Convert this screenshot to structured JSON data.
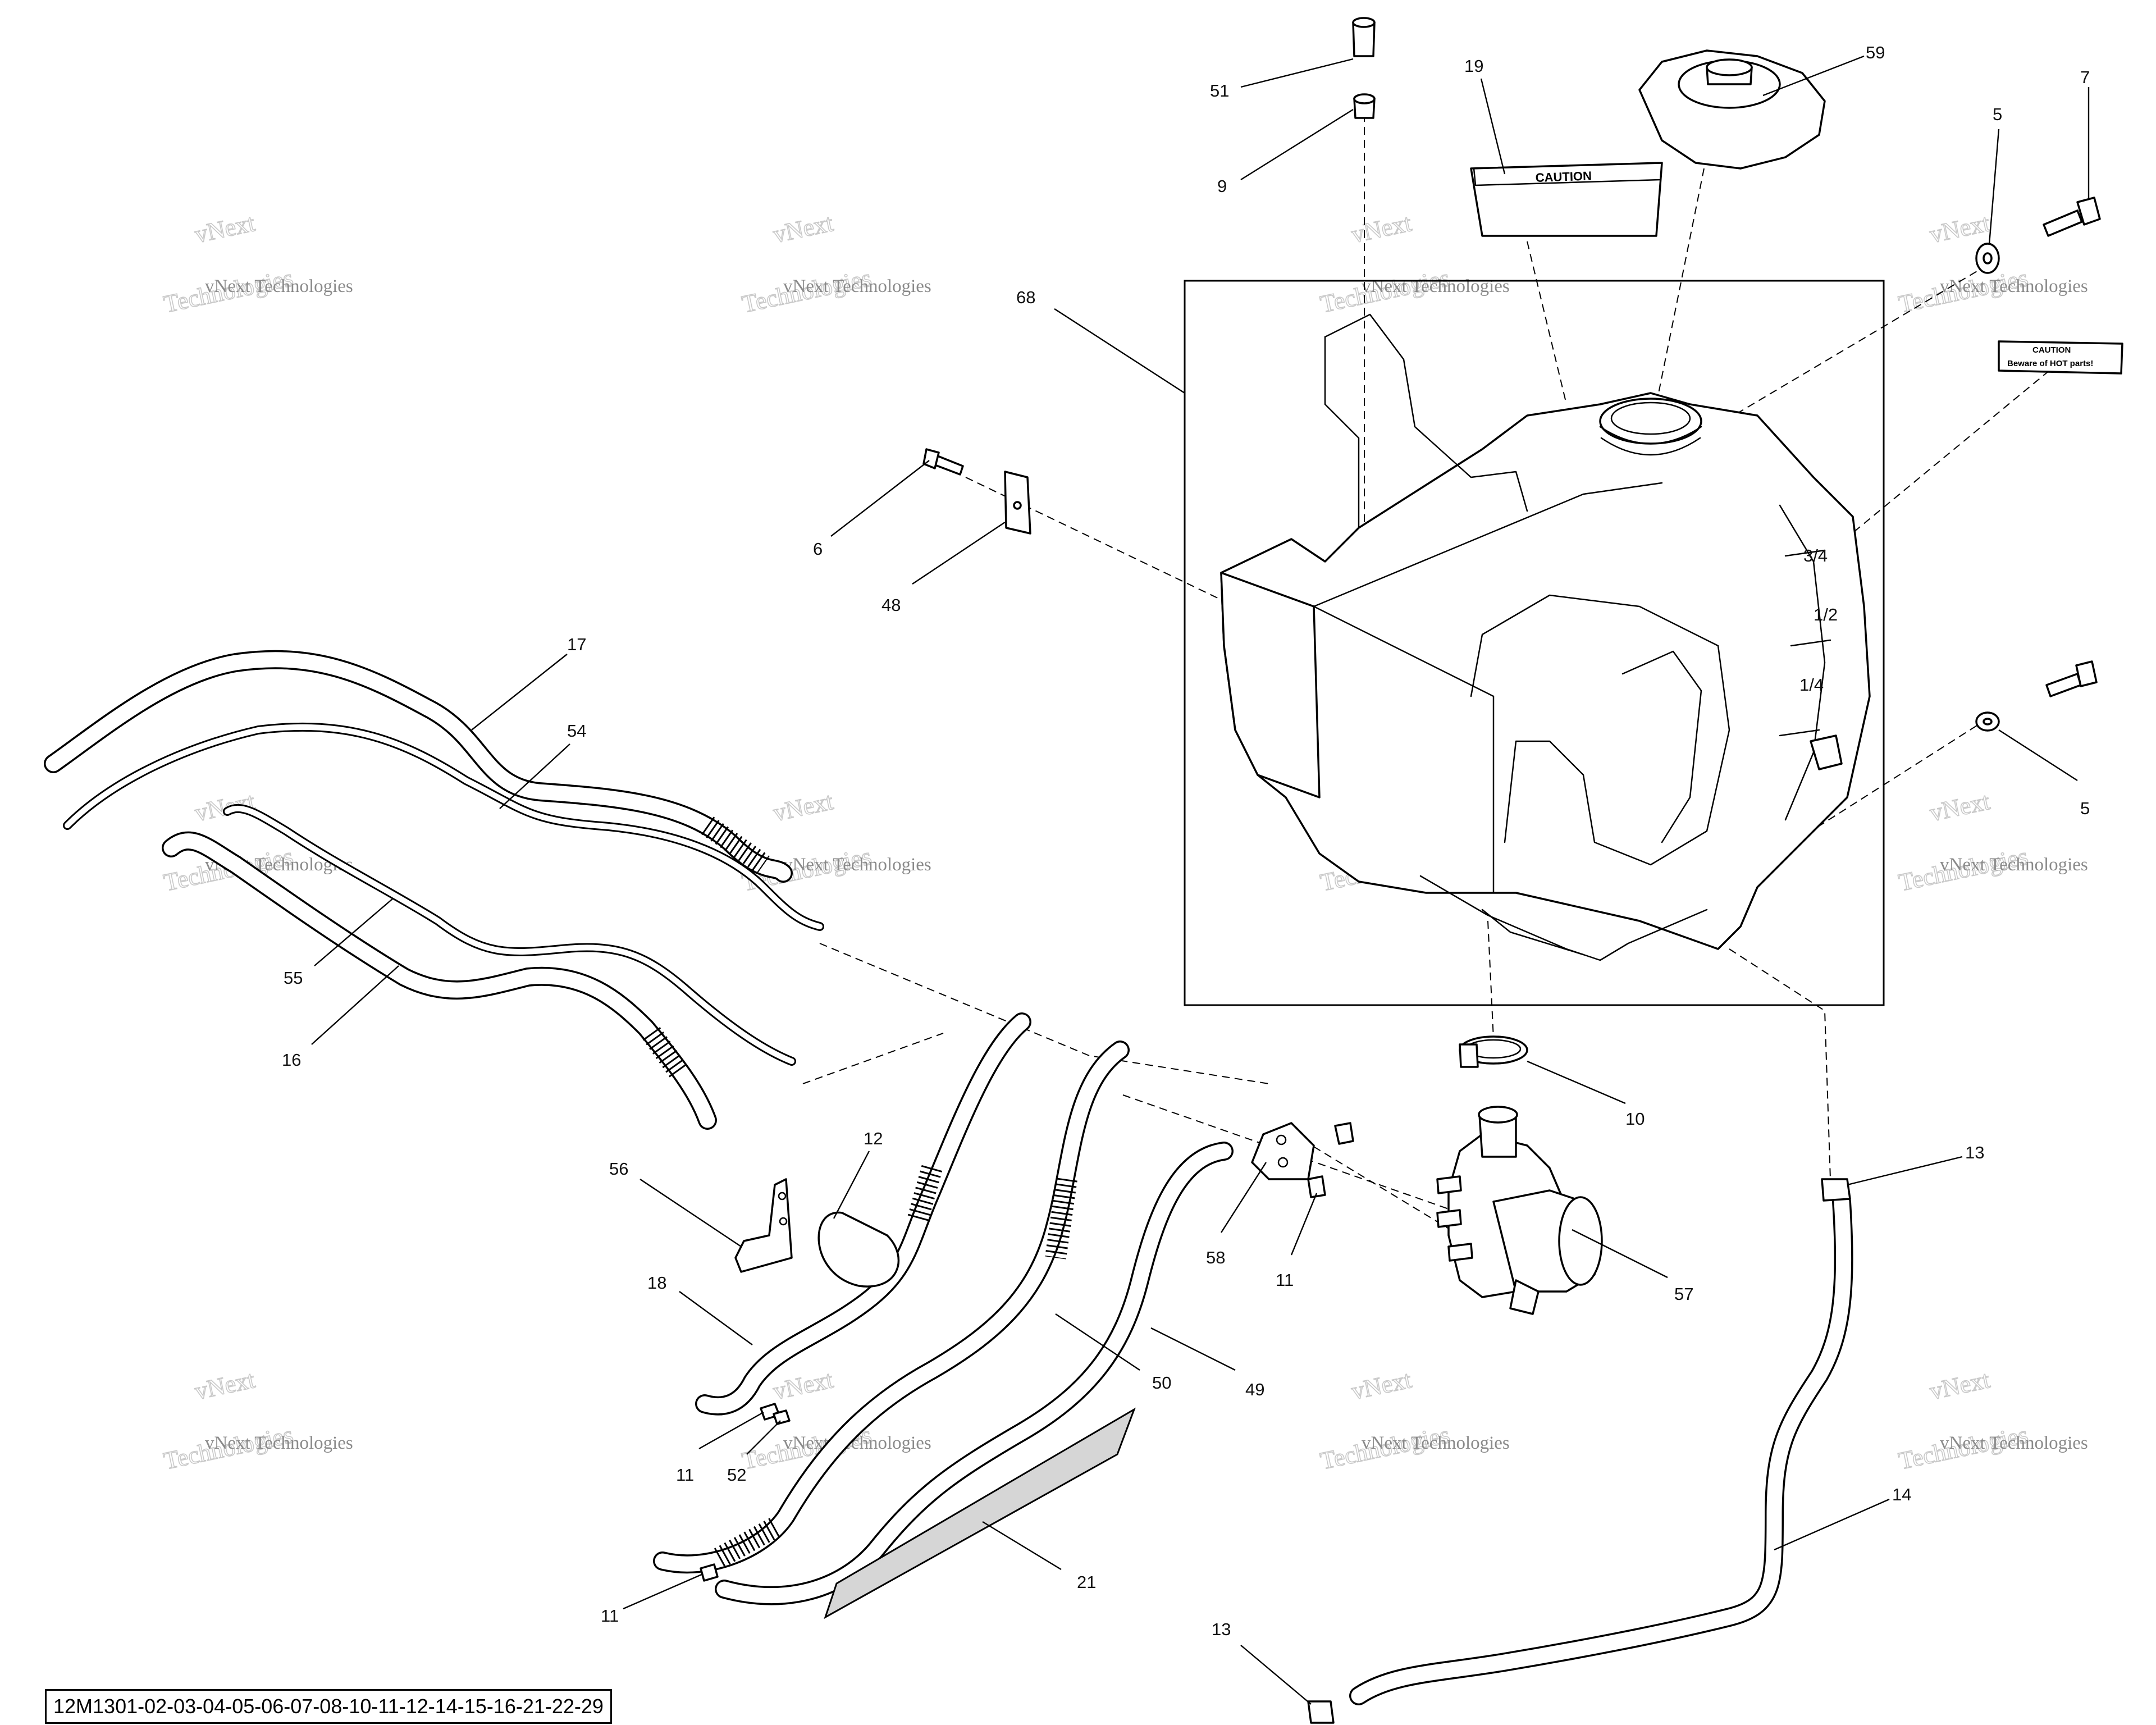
{
  "document_code": "12M1301-02-03-04-05-06-07-08-10-11-12-14-15-16-21-22-29",
  "callouts": [
    "51",
    "9",
    "19",
    "59",
    "5",
    "7",
    "68",
    "6",
    "48",
    "17",
    "54",
    "55",
    "16",
    "5",
    "12",
    "56",
    "18",
    "11",
    "52",
    "50",
    "49",
    "58",
    "11",
    "10",
    "57",
    "13",
    "14",
    "13",
    "11",
    "21"
  ],
  "labels": {
    "caution_decal": "CAUTION",
    "warning_decal_title": "CAUTION",
    "warning_decal_text": "Beware of HOT parts!",
    "gauge_3_4": "3/4",
    "gauge_1_2": "1/2",
    "gauge_1_4": "1/4"
  },
  "watermark": {
    "line0": "vNext",
    "line1": "vNext Technologies",
    "line2": "Technologies"
  }
}
